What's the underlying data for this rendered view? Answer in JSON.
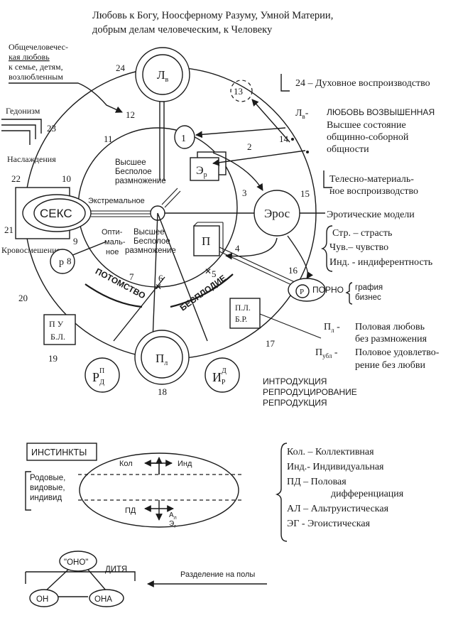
{
  "header": {
    "line1": "Любовь к Богу, Ноосферному Разуму, Умной Материи,",
    "line2": "добрым делам человеческим, к Человеку"
  },
  "left_notes": {
    "universal_love_1": "Общечеловечес-",
    "universal_love_2": "кая любовь",
    "universal_love_3": "к семье, детям,",
    "universal_love_4": "возлюбленным",
    "hedonism": "Гедонизм",
    "pleasures": "Наслаждения",
    "incest": "Кровосмешение"
  },
  "nodes": {
    "love_sub": "в",
    "sex": "СЕКС",
    "eros": "Эрос",
    "er_main": "Э",
    "er_sub": "р",
    "p_box": "П",
    "pl_main": "П",
    "pl_sub": "л",
    "small_p": "р",
    "one": "1",
    "thirteen": "13",
    "pu_line1": "П У",
    "pu_line2": "Б.Л.",
    "plbr_line1": "П.Л.",
    "plbr_line2": "Б.Р.",
    "rpd_main": "Р",
    "rpd_sup": "П",
    "rpd_sub": "Д",
    "idr_main": "И",
    "idr_sup": "Д",
    "idr_sub": "Р",
    "porno_p": "Р"
  },
  "center": {
    "highest_1_a": "Высшее",
    "highest_1_b": "Бесполое",
    "highest_1_c": "размножение",
    "extreme": "Экстремальное",
    "optimal_a": "Опти-",
    "optimal_b": "маль-",
    "optimal_c": "ное",
    "highest_2_a": "Высшее",
    "highest_2_b": "Бесполое",
    "highest_2_c": "размножение",
    "offspring": "ПОТОМСТВО",
    "childless": "БЕСПЛОДИЕ"
  },
  "numbers": [
    "24",
    "12",
    "23",
    "11",
    "2",
    "14",
    "22",
    "10",
    "3",
    "15",
    "21",
    "9",
    "4",
    "8",
    "7",
    "6",
    "5",
    "16",
    "20",
    "19",
    "17",
    "18"
  ],
  "right_notes": {
    "spiritual": "24 – Духовное воспроизводство",
    "love_elevated_main": "Л",
    "love_elevated_sub": "в",
    "love_elevated_dash": "-",
    "love_elevated": "ЛЮБОВЬ ВОЗВЫШЕННАЯ",
    "highest_state": "Высшее состояние",
    "communal": "общинно-соборной",
    "community": "общности",
    "bodily_1": "Телесно-материаль-",
    "bodily_2": "ное воспроизводство",
    "erotic_models": "Эротические модели",
    "str": "Стр. – страсть",
    "chuv": "Чув.– чувство",
    "ind": "Инд. - индиферентность",
    "porno": "ПОРНО",
    "graphy": "графия",
    "business": "бизнес",
    "pl_main": "П",
    "pl_sub": "л",
    "pl_desc_1": "Половая любовь",
    "pl_desc_2": "без размножения",
    "publ_main": "П",
    "publ_sub": "убл",
    "publ_desc_1": "Половое удовлетво-",
    "publ_desc_2": "рение без любви",
    "intro_1": "ИНТРОДУКЦИЯ",
    "intro_2": "РЕПРОДУЦИРОВАНИЕ",
    "intro_3": "РЕПРОДУКЦИЯ"
  },
  "instincts": {
    "title": "ИНСТИНКТЫ",
    "generic_1": "Родовые,",
    "generic_2": "видовые,",
    "generic_3": "индивид",
    "kol": "Кол",
    "ind": "Инд",
    "pd": "ПД",
    "a_main": "А",
    "a_sub": "л",
    "e_main": "Э",
    "e_sub": "г"
  },
  "legend": {
    "kol": "Кол. – Коллективная",
    "ind": "Инд.- Индивидуальная",
    "pd_1": "ПД – Половая",
    "pd_2": "дифференциация",
    "al": "АЛ – Альтруистическая",
    "eg": "ЭГ - Эгоистическая"
  },
  "child": {
    "ono": "\"ОНО\"",
    "child_label": "ДИТЯ",
    "on": "ОН",
    "ona": "ОНА",
    "division": "Разделение на полы"
  }
}
